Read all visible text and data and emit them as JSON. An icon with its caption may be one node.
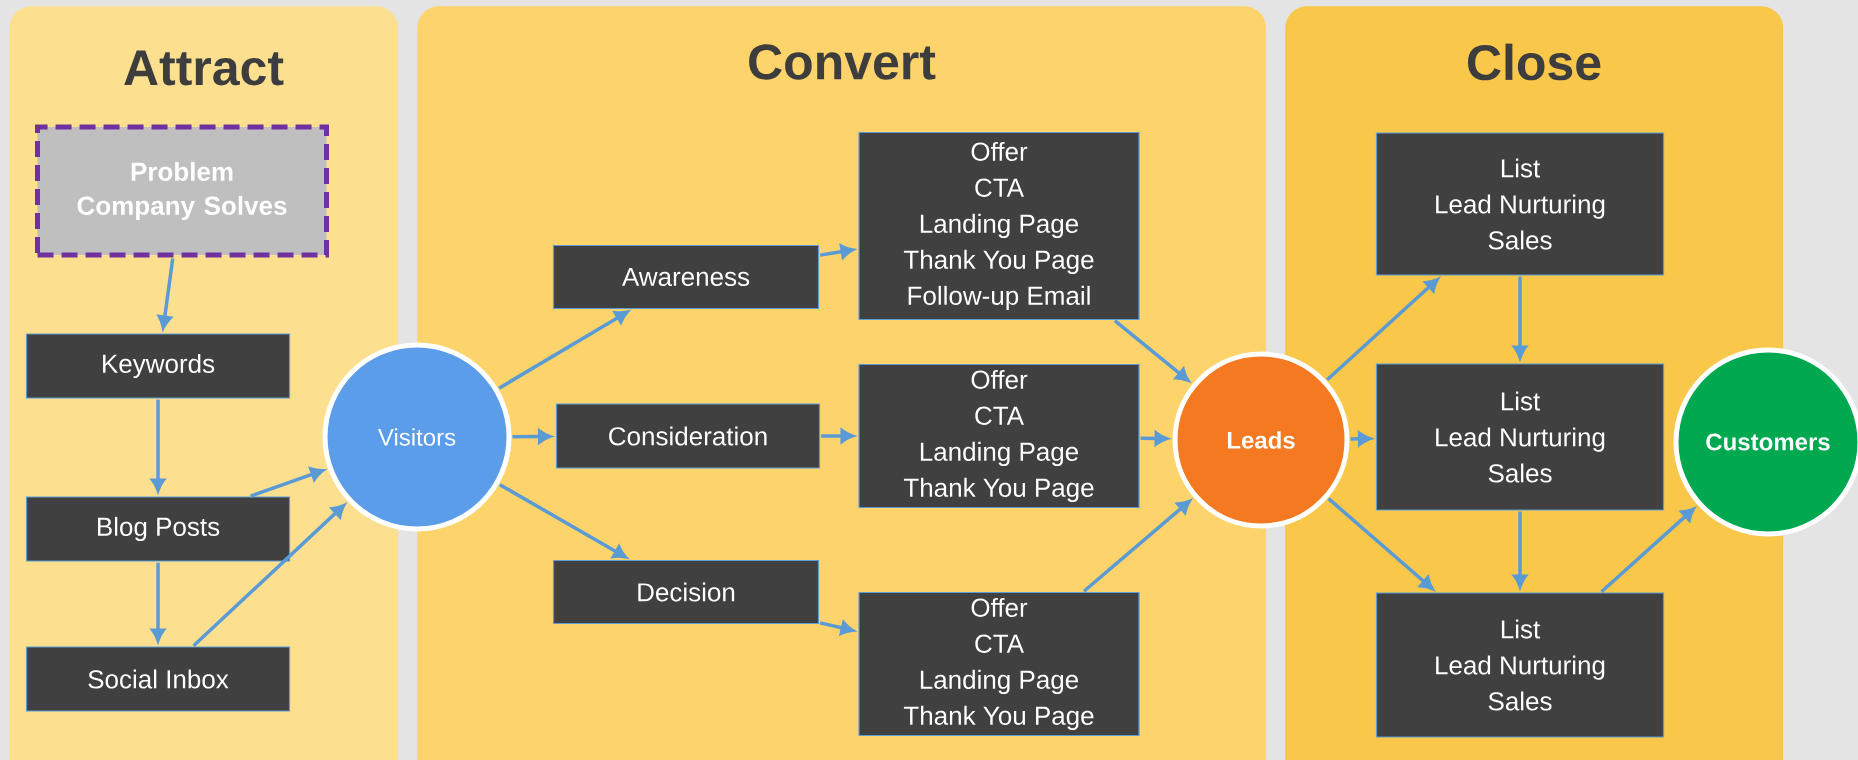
{
  "diagram": {
    "nodes": [
      {
        "text": [
          "Attract"
        ]
      },
      {
        "text": [
          "Problem Company Solves"
        ],
        "in": 0
      },
      {
        "text": [
          "Keywords"
        ],
        "in": 0
      },
      {
        "text": [
          "Blog Posts"
        ],
        "in": 0
      },
      {
        "text": [
          "Social Inbox"
        ],
        "in": 0
      },
      {
        "text": [
          "Visitors"
        ]
      },
      {
        "text": [
          "Convert"
        ]
      },
      {
        "text": [
          "Awareness"
        ],
        "in": 6
      },
      {
        "text": [
          "Consideration"
        ],
        "in": 6
      },
      {
        "text": [
          "Decision"
        ],
        "in": 6
      },
      {
        "text": [
          "Offer",
          "CTA",
          "Landing Page",
          "Thank You Page",
          "Follow-up Email"
        ],
        "in": 6
      },
      {
        "text": [
          "Offer",
          "CTA",
          "Landing Page",
          "Thank You Page"
        ],
        "in": 6
      },
      {
        "text": [
          "Offer",
          "CTA",
          "Landing Page",
          "Thank You Page"
        ],
        "in": 6
      },
      {
        "text": [
          "Leads"
        ]
      },
      {
        "text": [
          "Close"
        ]
      },
      {
        "text": [
          "List",
          "Lead Nurturing",
          "Sales"
        ],
        "in": 14
      },
      {
        "text": [
          "List",
          "Lead Nurturing",
          "Sales"
        ],
        "in": 14
      },
      {
        "text": [
          "List",
          "Lead Nurturing",
          "Sales"
        ],
        "in": 14
      },
      {
        "text": [
          "Customers"
        ]
      }
    ],
    "edges": [
      {
        "from": 1,
        "to": 2,
        "arrow": "to"
      },
      {
        "from": 2,
        "to": 3,
        "arrow": "to"
      },
      {
        "from": 3,
        "to": 4,
        "arrow": "to"
      },
      {
        "from": 3,
        "to": 5,
        "arrow": "to"
      },
      {
        "from": 4,
        "to": 5,
        "arrow": "to"
      },
      {
        "from": 5,
        "to": 7,
        "arrow": "to"
      },
      {
        "from": 5,
        "to": 8,
        "arrow": "to"
      },
      {
        "from": 5,
        "to": 9,
        "arrow": "to"
      },
      {
        "from": 7,
        "to": 10,
        "arrow": "to"
      },
      {
        "from": 8,
        "to": 11,
        "arrow": "to"
      },
      {
        "from": 9,
        "to": 12,
        "arrow": "to"
      },
      {
        "from": 10,
        "to": 13,
        "arrow": "to"
      },
      {
        "from": 11,
        "to": 13,
        "arrow": "to"
      },
      {
        "from": 12,
        "to": 13,
        "arrow": "to"
      },
      {
        "from": 13,
        "to": 15,
        "arrow": "to"
      },
      {
        "from": 13,
        "to": 16,
        "arrow": "to"
      },
      {
        "from": 13,
        "to": 17,
        "arrow": "to"
      },
      {
        "from": 15,
        "to": 16,
        "arrow": "to"
      },
      {
        "from": 16,
        "to": 17,
        "arrow": "to"
      },
      {
        "from": 17,
        "to": 18,
        "arrow": "to"
      }
    ]
  }
}
